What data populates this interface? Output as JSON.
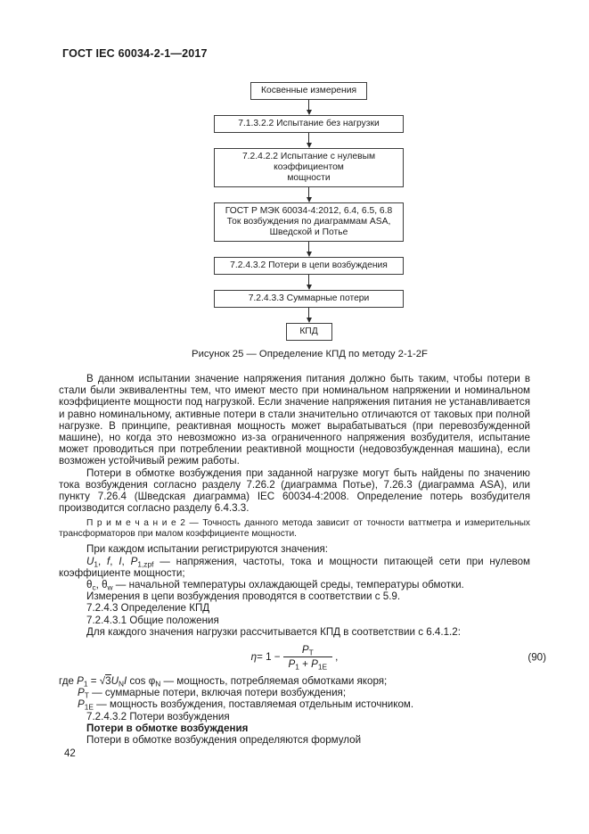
{
  "page": {
    "header": "ГОСТ IEC 60034-2-1—2017",
    "page_number": "42"
  },
  "flowchart": {
    "boxes": [
      {
        "lines": [
          "Косвенные измерения"
        ]
      },
      {
        "lines": [
          "7.1.3.2.2 Испытание без нагрузки"
        ]
      },
      {
        "lines": [
          "7.2.4.2.2 Испытание с нулевым коэффициентом",
          "мощности"
        ]
      },
      {
        "lines": [
          "ГОСТ Р МЭК 60034-4:2012, 6.4, 6.5, 6.8",
          "Ток возбуждения по диаграммам ASA,",
          "Шведской и Потье"
        ]
      },
      {
        "lines": [
          "7.2.4.3.2 Потери в цепи возбуждения"
        ]
      },
      {
        "lines": [
          "7.2.4.3.3 Суммарные потери"
        ]
      },
      {
        "lines": [
          "КПД"
        ]
      }
    ],
    "caption": "Рисунок 25 — Определение КПД по методу 2-1-2F"
  },
  "body": {
    "para1": "В данном испытании значение напряжения питания должно быть таким, чтобы потери в стали были эквивалентны тем, что имеют место при номинальном напряжении и номинальном коэффициенте мощности под нагрузкой. Если значение напряжения питания не устанавливается и равно номинальному, активные потери в стали значительно отличаются от таковых при полной нагрузке. В принципе, реактивная мощность может вырабатываться (при перевозбужденной машине), но когда это невозможно из-за ограниченного напряжения возбудителя, испытание может проводиться при потреблении реактивной мощности (недовозбужденная машина), если возможен устойчивый режим работы.",
    "para2": "Потери в обмотке возбуждения при заданной нагрузке могут быть найдены по значению тока возбуждения согласно разделу 7.26.2 (диаграмма Потье), 7.26.3 (диаграмма ASA), или пункту 7.26.4 (Шведская диаграмма) IEC 60034-4:2008. Определение потерь возбудителя производится согласно разделу 6.4.3.3.",
    "note": "П р и м е ч а н и е  2 — Точность данного метода зависит от точности ваттметра и измерительных трансформаторов при малом коэффициенте мощности.",
    "register_intro": "При каждом испытании регистрируются значения:",
    "values_line1": {
      "u": "U",
      "u_sub": "1",
      "c1": ", ",
      "f": "f",
      "c2": ", ",
      "i": "I",
      "c3": ", ",
      "p": "P",
      "p_sub": "1,zpf",
      "tail": " — напряжения, частоты, тока и мощности питающей сети при нулевом коэффициенте мощности;"
    },
    "values_line2": {
      "t1": "θ",
      "t1_sub": "c",
      "c1": ", ",
      "t2": "θ",
      "t2_sub": "w",
      "tail": " — начальной температуры охлаждающей среды, температуры обмотки."
    },
    "measure": "Измерения в цепи возбуждения проводятся в соответствии с 5.9.",
    "h7243": "7.2.4.3 Определение КПД",
    "h72431": "7.2.4.3.1 Общие положения",
    "calc": "Для каждого значения нагрузки рассчитывается КПД в соответствии с 6.4.1.2:",
    "formula": {
      "eta": "η",
      "eq": " = 1 − ",
      "num_sym": "P",
      "num_sub": "T",
      "den_sym1": "P",
      "den_sub1": "1",
      "den_plus": " + ",
      "den_sym2": "P",
      "den_sub2": "1E",
      "comma": ",",
      "number": "(90)"
    },
    "where": {
      "lead": "где ",
      "sym_p": "P",
      "sub_1": "1",
      "eq": " = ",
      "root_sign": "√",
      "root_val": "3",
      "sym_u": "U",
      "sub_n1": "N",
      "sym_i": "I",
      "cos": " cos φ",
      "sub_n2": "N",
      "tail": " — мощность, потребляемая обмотками якоря;"
    },
    "def_pt": {
      "sym": "P",
      "sub": "T",
      "tail": " — суммарные потери, включая потери возбуждения;"
    },
    "def_p1e": {
      "sym": "P",
      "sub": "1E",
      "tail": " — мощность возбуждения, поставляемая отдельным источником."
    },
    "h72432": "7.2.4.3.2 Потери возбуждения",
    "bold_head": "Потери в обмотке возбуждения",
    "last_line": "Потери в обмотке возбуждения определяются формулой"
  }
}
